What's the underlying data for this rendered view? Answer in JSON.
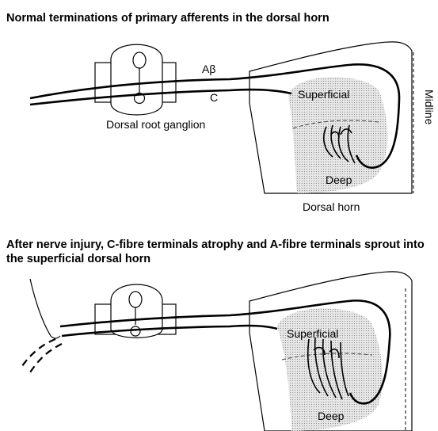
{
  "panel_top": {
    "title": "Normal terminations of primary afferents in the dorsal horn",
    "label_abeta": "Aβ",
    "label_c": "C",
    "label_drg": "Dorsal root ganglion",
    "label_superficial": "Superficial",
    "label_deep": "Deep",
    "label_dorsal_horn": "Dorsal horn",
    "label_midline": "Midline"
  },
  "panel_bottom": {
    "title": "After nerve injury, C-fibre terminals atrophy and A-fibre terminals sprout into the superficial dorsal horn",
    "label_superficial": "Superficial",
    "label_deep": "Deep"
  },
  "colors": {
    "grey_matter": "#d9d9d9",
    "line": "#000000"
  }
}
